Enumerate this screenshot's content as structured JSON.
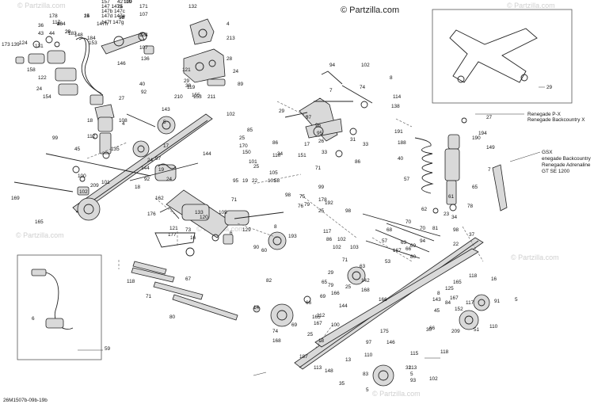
{
  "copyright": "© Partzilla.com",
  "watermarks": [
    "© Partzilla.com",
    "© Partzilla.com",
    "© Partzilla.com",
    "© Partzilla.com",
    "© Partzilla.com",
    "© Partzilla.com"
  ],
  "diagram_code": "26M1507b-09b-19b",
  "notes": {
    "ref190": [
      "Renegade P-X",
      "Renegade Backcountry X"
    ],
    "ref194": [
      "GSX",
      "enegade Backcountry",
      "Renegade Adrenaline",
      "GT SE 1200"
    ]
  },
  "callouts": [
    "4",
    "28",
    "25",
    "98",
    "100",
    "173",
    "139",
    "124",
    "158",
    "131",
    "36",
    "178",
    "43",
    "44",
    "117",
    "204",
    "183",
    "148",
    "184",
    "122",
    "24",
    "154",
    "153",
    "107",
    "146",
    "15",
    "157",
    "147 147a",
    "147b 147c",
    "147d 147e",
    "147f 147g",
    "147h",
    "42",
    "25",
    "171",
    "107",
    "174",
    "136",
    "132",
    "4",
    "213",
    "121",
    "28",
    "29",
    "38",
    "155",
    "153",
    "24",
    "89",
    "119",
    "210",
    "211",
    "112",
    "209",
    "108",
    "92",
    "40",
    "143",
    "135",
    "45",
    "99",
    "100",
    "102",
    "101",
    "169",
    "165",
    "17",
    "24",
    "144",
    "19",
    "170",
    "25",
    "150",
    "27",
    "94",
    "74",
    "102",
    "8",
    "114",
    "138",
    "7",
    "29",
    "97",
    "96",
    "95",
    "26",
    "33",
    "31",
    "86",
    "33",
    "34",
    "151",
    "71",
    "86",
    "85",
    "101",
    "105",
    "110",
    "25",
    "22",
    "19",
    "101",
    "75",
    "79",
    "25",
    "178",
    "162",
    "176",
    "133",
    "16",
    "73",
    "95",
    "105",
    "71",
    "8",
    "60",
    "6",
    "193",
    "82",
    "192",
    "191",
    "188",
    "40",
    "57",
    "62",
    "61",
    "65",
    "27",
    "190",
    "194",
    "149",
    "7",
    "29",
    "98",
    "76",
    "99",
    "58",
    "98",
    "86",
    "117",
    "90",
    "129",
    "177",
    "120",
    "121",
    "23",
    "70",
    "81",
    "37",
    "34",
    "22",
    "98",
    "102",
    "102",
    "103",
    "78",
    "68",
    "70",
    "63",
    "57",
    "167",
    "71",
    "63",
    "66",
    "168",
    "166",
    "65",
    "74",
    "53",
    "69",
    "25",
    "166",
    "69",
    "80",
    "94",
    "29",
    "66",
    "112",
    "144",
    "25",
    "167",
    "18",
    "100",
    "118",
    "16",
    "5",
    "110",
    "51",
    "79",
    "165",
    "69",
    "113",
    "146",
    "14",
    "142",
    "165",
    "84",
    "143",
    "97",
    "175",
    "13",
    "168",
    "187",
    "110",
    "83",
    "148",
    "5",
    "35",
    "32",
    "118",
    "30",
    "167",
    "91",
    "152",
    "45",
    "125",
    "117",
    "8",
    "113",
    "5",
    "93",
    "115",
    "102",
    "6",
    "118",
    "71",
    "67",
    "80",
    "59",
    "66",
    "209",
    "102",
    "5",
    "24",
    "17",
    "92",
    "144",
    "18",
    "97",
    "4",
    "18",
    "26",
    "20",
    "14",
    "96",
    "119"
  ]
}
